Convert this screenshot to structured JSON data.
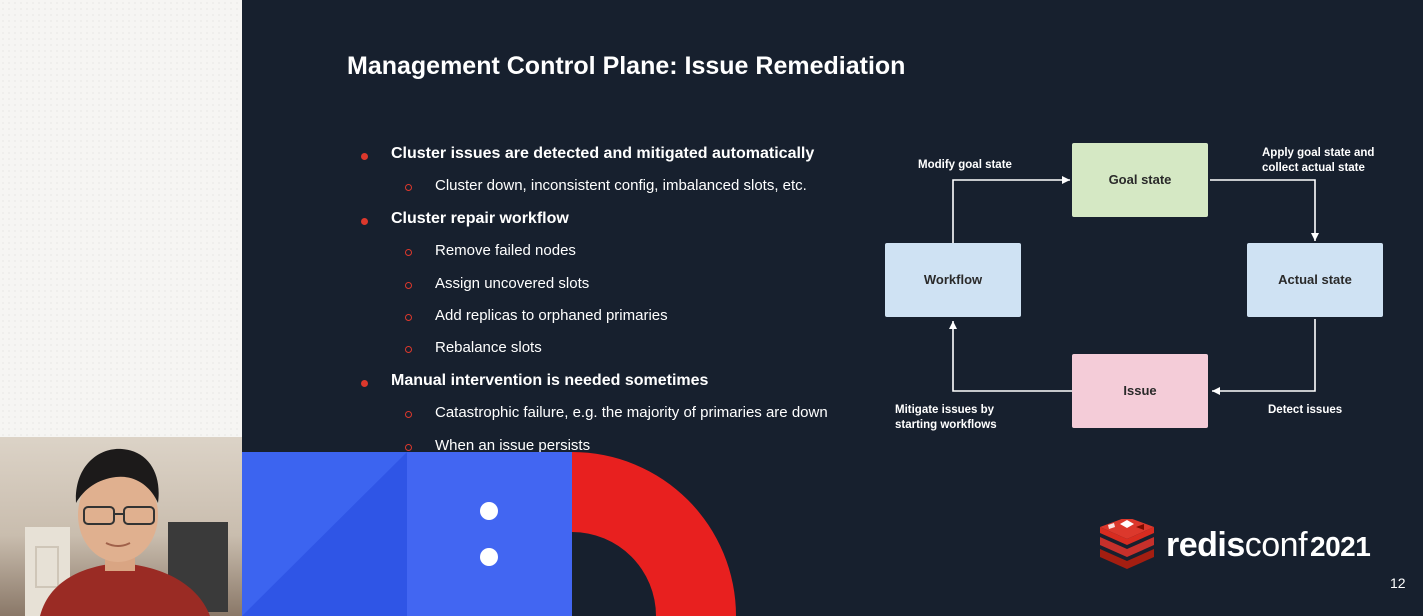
{
  "slide": {
    "title": "Management Control Plane: Issue Remediation",
    "bullets": [
      {
        "level": 1,
        "text": "Cluster issues are detected and mitigated automatically"
      },
      {
        "level": 2,
        "text": "Cluster down, inconsistent config, imbalanced slots, etc."
      },
      {
        "level": 1,
        "text": "Cluster repair workflow"
      },
      {
        "level": 2,
        "text": "Remove failed nodes"
      },
      {
        "level": 2,
        "text": "Assign uncovered slots"
      },
      {
        "level": 2,
        "text": "Add replicas to orphaned primaries"
      },
      {
        "level": 2,
        "text": "Rebalance slots"
      },
      {
        "level": 1,
        "text": "Manual intervention is needed sometimes"
      },
      {
        "level": 2,
        "text": "Catastrophic failure, e.g. the majority of primaries are down"
      },
      {
        "level": 2,
        "text": "When an issue persists"
      }
    ],
    "diagram": {
      "nodes": {
        "goal_state": "Goal state",
        "actual_state": "Actual state",
        "issue": "Issue",
        "workflow": "Workflow"
      },
      "edges": {
        "workflow_to_goal_line1": "Modify goal state",
        "goal_to_actual_line1": "Apply goal state and",
        "goal_to_actual_line2": "collect actual state",
        "actual_to_issue_line1": "Detect issues",
        "issue_to_workflow_line1": "Mitigate issues by",
        "issue_to_workflow_line2": "starting workflows"
      },
      "colors": {
        "goal_state": "#d5e8c4",
        "actual_state": "#cfe2f3",
        "workflow": "#cfe2f3",
        "issue": "#f4ccd8"
      }
    },
    "logo": {
      "brand": "redis",
      "suffix": "conf",
      "year": "2021"
    },
    "slide_number": "12"
  },
  "colors": {
    "slide_background": "#17202e",
    "accent_red": "#dc382c",
    "deco_blue": "#3c64f0"
  }
}
